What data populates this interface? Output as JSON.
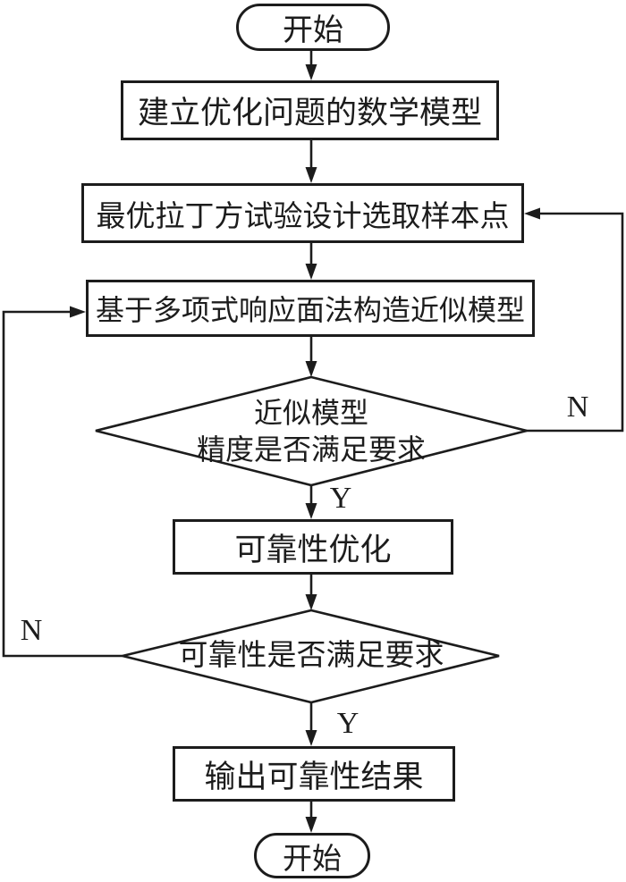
{
  "flowchart": {
    "nodes": {
      "start": {
        "type": "terminator",
        "label": "开始"
      },
      "build_math_model": {
        "type": "process",
        "label": "建立优化问题的数学模型"
      },
      "latin_square_sampling": {
        "type": "process",
        "label": "最优拉丁方试验设计选取样本点"
      },
      "response_surface_model": {
        "type": "process",
        "label": "基于多项式响应面法构造近似模型"
      },
      "model_accuracy_check": {
        "type": "decision",
        "line1": "近似模型",
        "line2": "精度是否满足要求"
      },
      "reliability_optimization": {
        "type": "process",
        "label": "可靠性优化"
      },
      "reliability_check": {
        "type": "decision",
        "label": "可靠性是否满足要求"
      },
      "output_results": {
        "type": "process",
        "label": "输出可靠性结果"
      },
      "end": {
        "type": "terminator",
        "label": "开始"
      }
    },
    "edge_labels": {
      "model_accuracy_yes": "Y",
      "model_accuracy_no": "N",
      "reliability_yes": "Y",
      "reliability_no": "N"
    },
    "colors": {
      "line": "#1c1c1c",
      "fill": "#ffffff"
    }
  }
}
